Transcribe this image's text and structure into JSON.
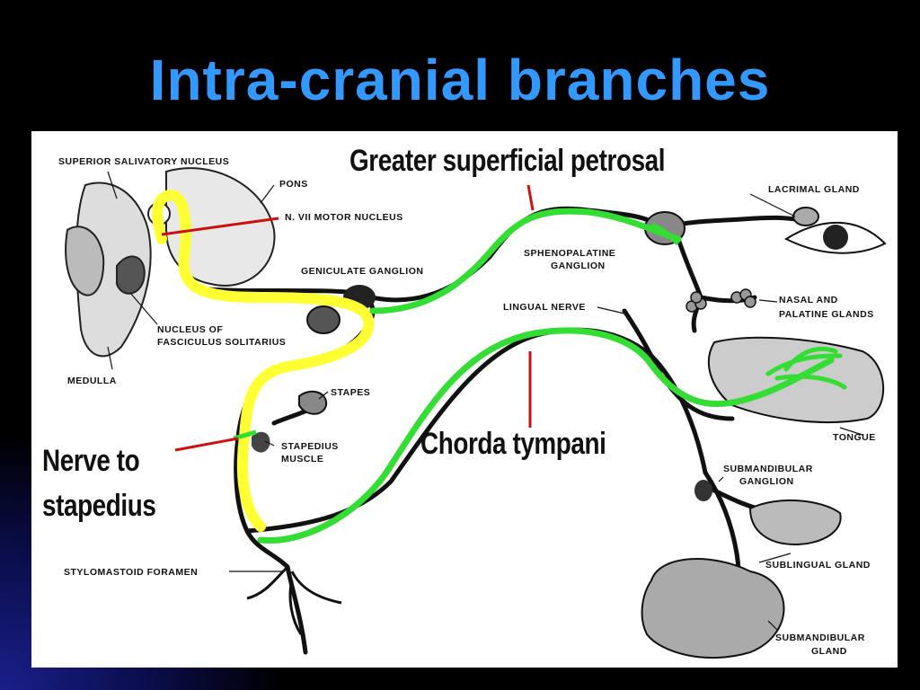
{
  "slide": {
    "title": "Intra-cranial branches"
  },
  "labels": {
    "superior_salivatory": "SUPERIOR SALIVATORY NUCLEUS",
    "pons": "PONS",
    "motor_nucleus": "N. VII MOTOR NUCLEUS",
    "geniculate": "GENICULATE GANGLION",
    "nucleus_of": "NUCLEUS OF",
    "fasciculus": "FASCICULUS SOLITARIUS",
    "medulla": "MEDULLA",
    "stapes": "STAPES",
    "stapedius": "STAPEDIUS",
    "muscle": "MUSCLE",
    "stylomastoid": "STYLOMASTOID FORAMEN",
    "sphenopalatine": "SPHENOPALATINE",
    "ganglion": "GANGLION",
    "lacrimal": "LACRIMAL GLAND",
    "nasal_and": "NASAL AND",
    "palatine_glands": "PALATINE GLANDS",
    "lingual_nerve": "LINGUAL NERVE",
    "tongue": "TONGUE",
    "submandibular": "SUBMANDIBULAR",
    "sub_ganglion": "GANGLION",
    "sublingual": "SUBLINGUAL GLAND",
    "submandibular2": "SUBMANDIBULAR",
    "gland": "GLAND"
  },
  "annotations": {
    "greater_petrosal": "Greater superficial petrosal",
    "chorda_tympani": "Chorda tympani",
    "nerve_to_line1": "Nerve to",
    "nerve_to_line2": "stapedius"
  },
  "colors": {
    "title": "#3399ff",
    "highlight_yellow": "#ffff33",
    "highlight_green": "#33dd33",
    "pointer_red": "#cc1111"
  }
}
